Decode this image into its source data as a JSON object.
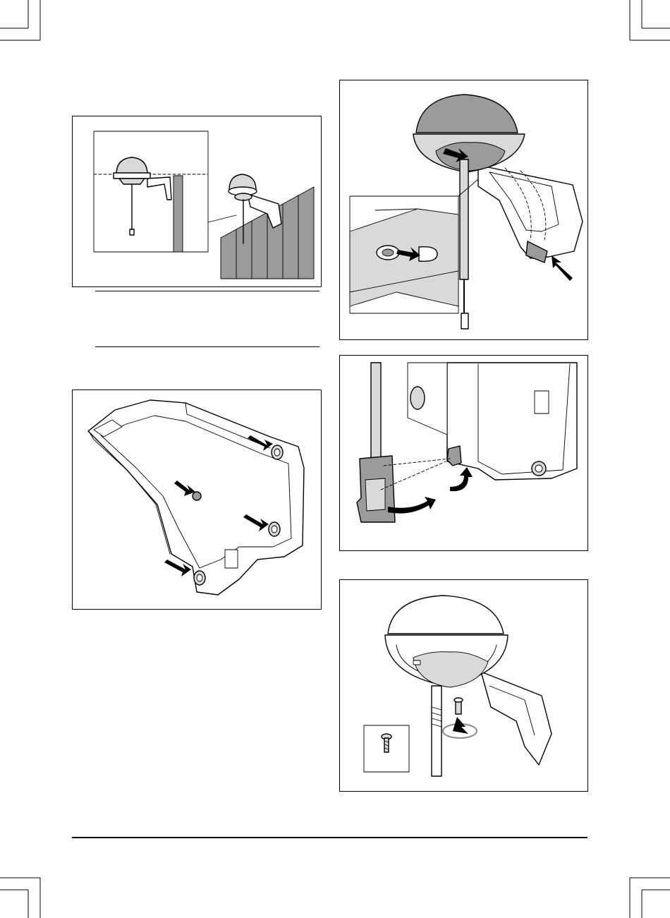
{
  "page": {
    "background": "#ffffff",
    "ink": "#000000",
    "shade_light": "#d9d9d9",
    "shade_dark": "#9b9b9b"
  },
  "figures": [
    {
      "icon": "fence-mounted-antenna-illustration"
    },
    {
      "icon": "wall-bracket-screw-points-illustration"
    },
    {
      "icon": "antenna-bracket-slide-in-illustration"
    },
    {
      "icon": "cable-clip-attach-illustration"
    },
    {
      "icon": "antenna-screw-tighten-illustration"
    }
  ]
}
